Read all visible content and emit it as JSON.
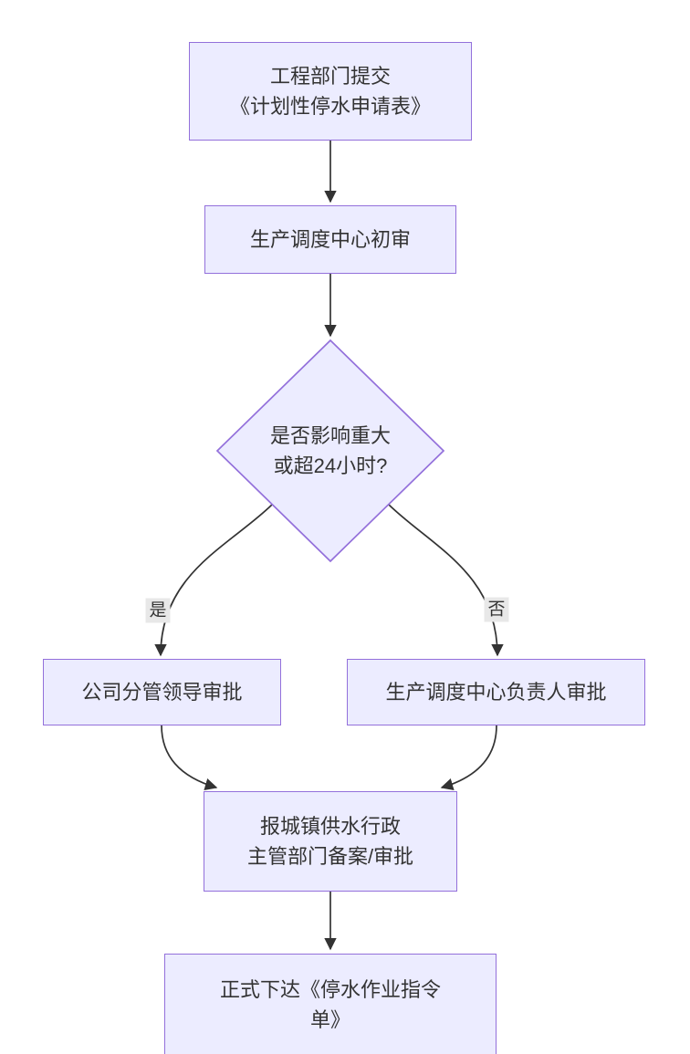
{
  "diagram": {
    "type": "flowchart",
    "direction": "top-down",
    "colors": {
      "node_fill": "#ECECFF",
      "node_border": "#9370DB",
      "edge_line": "#333333",
      "text": "#333333",
      "edge_label_bg": "#E8E8E8",
      "background": "#FFFFFF"
    },
    "nodes": {
      "submit": {
        "lines": [
          "工程部门提交",
          "《计划性停水申请表》"
        ]
      },
      "initial_review": {
        "lines": [
          "生产调度中心初审"
        ]
      },
      "decision": {
        "lines": [
          "是否影响重大",
          "或超24小时?"
        ]
      },
      "leader_approval": {
        "lines": [
          "公司分管领导审批"
        ]
      },
      "center_head_approval": {
        "lines": [
          "生产调度中心负责人审批"
        ]
      },
      "report_filing": {
        "lines": [
          "报城镇供水行政",
          "主管部门备案/审批"
        ]
      },
      "issue_order": {
        "lines": [
          "正式下达《停水作业指令",
          "单》"
        ]
      }
    },
    "edge_labels": {
      "yes": "是",
      "no": "否"
    }
  }
}
